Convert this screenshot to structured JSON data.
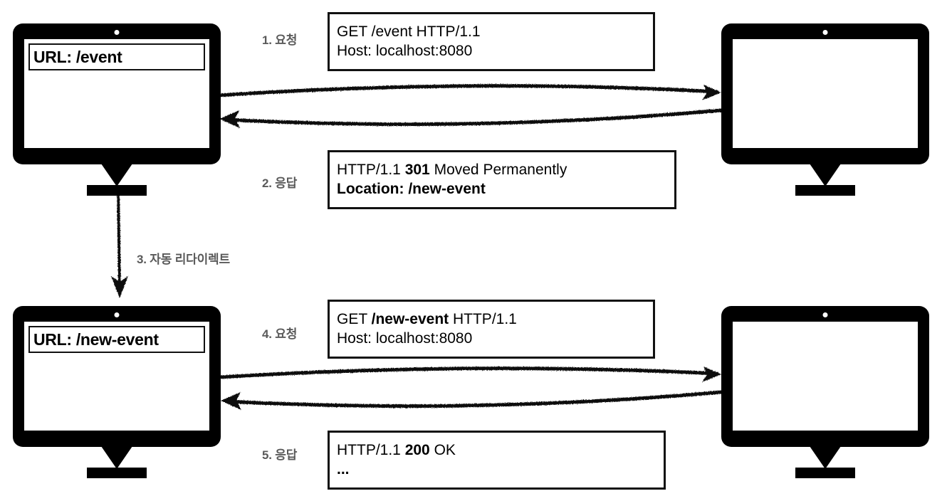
{
  "diagram": {
    "title": "HTTP 301 redirect flow",
    "colors": {
      "ink": "#000000",
      "label_gray": "#5a5a5a",
      "background": "#ffffff"
    }
  },
  "clients": [
    {
      "name": "client-top",
      "url_label": "URL: /event"
    },
    {
      "name": "client-bottom",
      "url_label": "URL: /new-event"
    }
  ],
  "servers": [
    {
      "name": "server-top",
      "screen_text": ""
    },
    {
      "name": "server-bottom",
      "screen_text": ""
    }
  ],
  "steps": [
    {
      "num": "1",
      "label": "1. 요청"
    },
    {
      "num": "2",
      "label": "2. 응답"
    },
    {
      "num": "3",
      "label": "3. 자동 리다이렉트"
    },
    {
      "num": "4",
      "label": "4. 요청"
    },
    {
      "num": "5",
      "label": "5. 응답"
    }
  ],
  "messages": [
    {
      "name": "request-1",
      "lines": [
        {
          "parts": [
            {
              "text": "GET /event HTTP/1.1",
              "bold": false
            }
          ]
        },
        {
          "parts": [
            {
              "text": "Host: localhost:8080",
              "bold": false
            }
          ]
        }
      ]
    },
    {
      "name": "response-1",
      "lines": [
        {
          "parts": [
            {
              "text": "HTTP/1.1 ",
              "bold": false
            },
            {
              "text": "301",
              "bold": true
            },
            {
              "text": " Moved Permanently",
              "bold": false
            }
          ]
        },
        {
          "parts": [
            {
              "text": "Location: /new-event",
              "bold": true
            }
          ]
        }
      ]
    },
    {
      "name": "request-2",
      "lines": [
        {
          "parts": [
            {
              "text": "GET ",
              "bold": false
            },
            {
              "text": "/new-event",
              "bold": true
            },
            {
              "text": " HTTP/1.1",
              "bold": false
            }
          ]
        },
        {
          "parts": [
            {
              "text": "Host: localhost:8080",
              "bold": false
            }
          ]
        }
      ]
    },
    {
      "name": "response-2",
      "lines": [
        {
          "parts": [
            {
              "text": "HTTP/1.1 ",
              "bold": false
            },
            {
              "text": "200",
              "bold": true
            },
            {
              "text": " OK",
              "bold": false
            }
          ]
        },
        {
          "parts": [
            {
              "text": "...",
              "bold": true
            }
          ]
        }
      ]
    }
  ],
  "arrows": [
    {
      "name": "arrow-request-top",
      "direction": "right"
    },
    {
      "name": "arrow-response-top",
      "direction": "left"
    },
    {
      "name": "arrow-redirect",
      "direction": "down"
    },
    {
      "name": "arrow-request-bottom",
      "direction": "right"
    },
    {
      "name": "arrow-response-bottom",
      "direction": "left"
    }
  ]
}
